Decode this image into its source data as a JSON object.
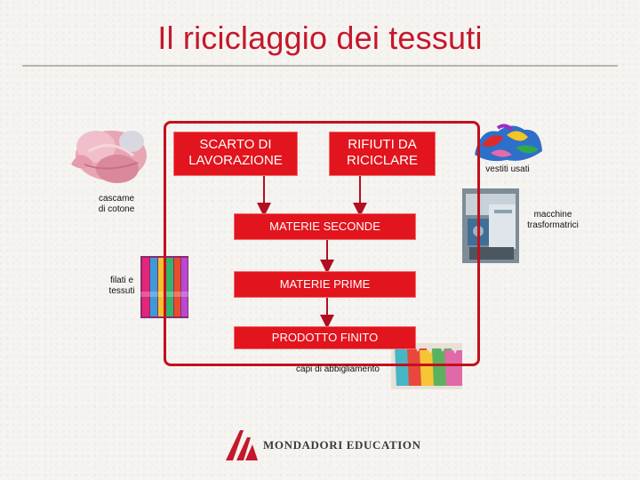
{
  "title": "Il riciclaggio dei tessuti",
  "boxes": {
    "scarto": [
      "SCARTO DI",
      "LAVORAZIONE"
    ],
    "rifiuti": [
      "RIFIUTI DA",
      "RICICLARE"
    ],
    "materie_seconde": "MATERIE SECONDE",
    "materie_prime": "MATERIE PRIME",
    "prodotto_finito": "PRODOTTO FINITO"
  },
  "image_labels": {
    "cascame": [
      "cascame",
      "di cotone"
    ],
    "filati": [
      "filati e",
      "tessuti"
    ],
    "vestiti": "vestiti usati",
    "macchine": [
      "macchine",
      "trasformatrici"
    ],
    "capi": "capi di abbigliamento"
  },
  "logo": {
    "text": "MONDADORI EDUCATION"
  },
  "colors": {
    "accent": "#e2141d",
    "title": "#c4182b",
    "frame": "#c3101c"
  }
}
